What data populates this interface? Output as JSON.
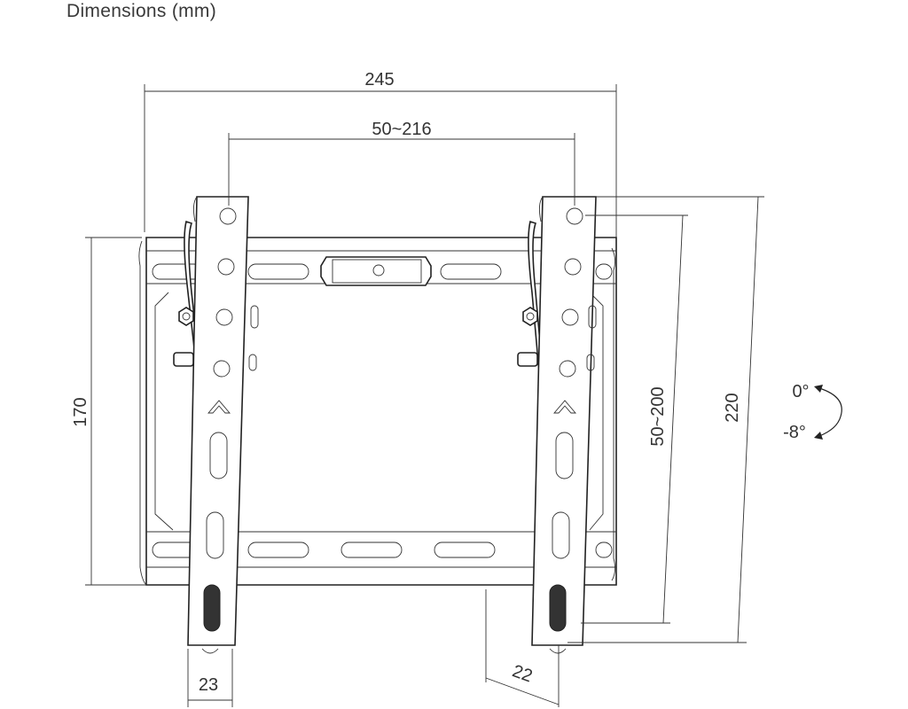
{
  "title": "Dimensions (mm)",
  "dimensions": {
    "overall_width": "245",
    "vesa_horizontal": "50~216",
    "plate_height": "170",
    "vesa_vertical": "50~200",
    "overall_height": "220",
    "arm_width": "23",
    "wall_depth": "22"
  },
  "tilt": {
    "max": "0°",
    "min": "-8°"
  }
}
